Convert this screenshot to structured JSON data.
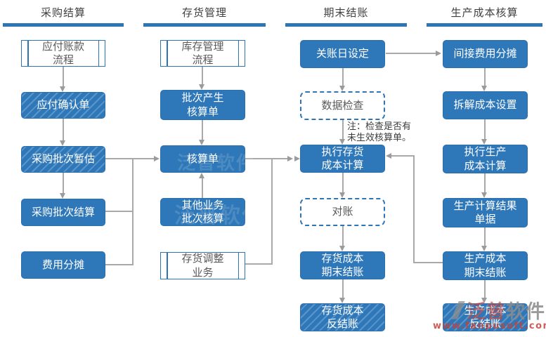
{
  "columns": [
    {
      "title": "采购结算"
    },
    {
      "title": "存货管理"
    },
    {
      "title": "期末结账"
    },
    {
      "title": "生产成本核算"
    }
  ],
  "nodes": {
    "ap_flow": "应付账款\n流程",
    "ap_confirm": "应付确认单",
    "purchase_batch_estimate": "采购批次暂估",
    "purchase_batch_settle": "采购批次结算",
    "expense_allocation": "费用分摊",
    "inventory_flow": "库存管理\n流程",
    "batch_generate_accounting": "批次产生\n核算单",
    "accounting_doc": "核算单",
    "other_business_batch": "其他业务\n批次核算",
    "inventory_adjust": "存货调整\n业务",
    "closing_date": "关账日设定",
    "data_check": "数据检查",
    "exec_inventory_cost": "执行存货\n成本计算",
    "reconciliation": "对账",
    "inventory_cost_close": "存货成本\n期末结账",
    "inventory_cost_reverse": "存货成本\n反结账",
    "indirect_expense": "间接费用分摊",
    "split_cost_setting": "拆解成本设置",
    "exec_production_cost": "执行生产\n成本计算",
    "production_result_doc": "生产计算结果\n单据",
    "production_cost_close": "生产成本\n期末结账",
    "production_cost_reverse": "生产成本\n反结账"
  },
  "note": "注：检查是否有\n未生效核算单。",
  "watermark": {
    "brand_part1": "泛普",
    "brand_part2": "软件",
    "url": "www.fanpusoft.com",
    "ghost": "泛普软件"
  },
  "colors": {
    "accent_blue": "#2e75b6",
    "box_blue": "#2e77b8",
    "connector_gray": "#a9a9a9",
    "process_text_gray": "#595959",
    "watermark_red": "#c4443a"
  }
}
